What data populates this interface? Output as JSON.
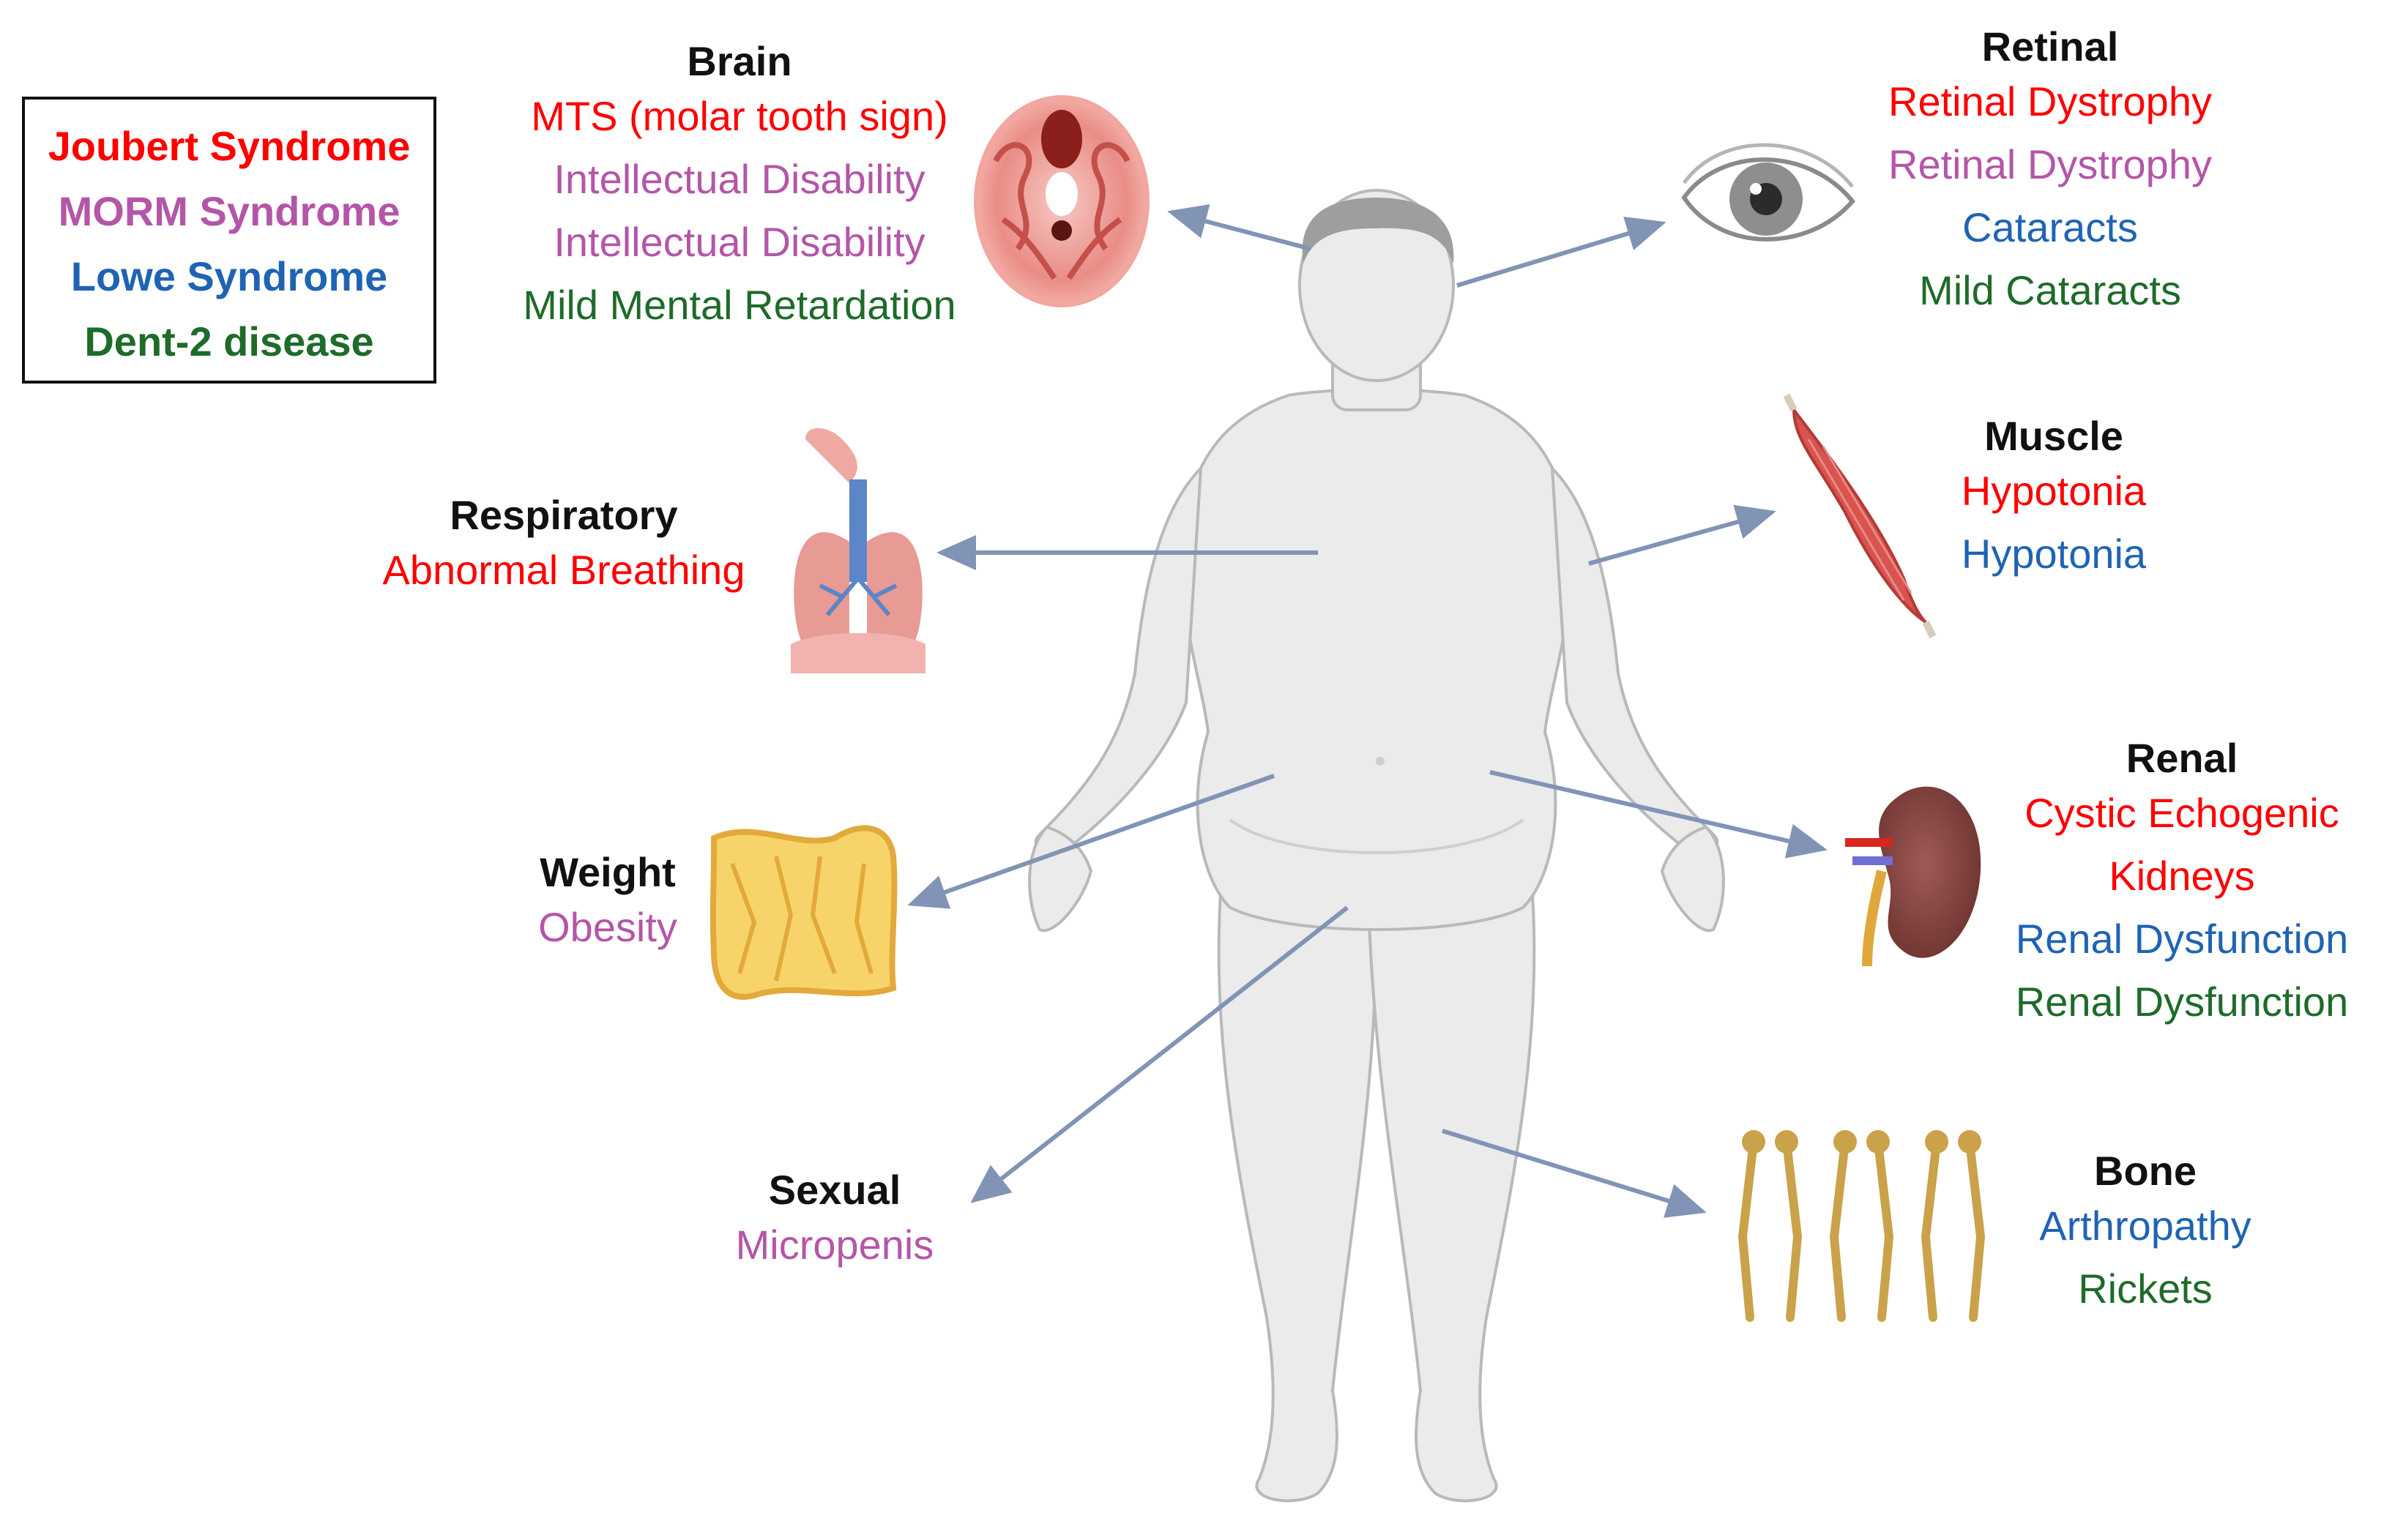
{
  "colors": {
    "joubert": "#ff0000",
    "morm": "#b456a8",
    "lowe": "#1f64b3",
    "dent2": "#1e6b2a",
    "title": "#111111",
    "arrow": "#8194b5",
    "body": "#eaeaea"
  },
  "legend": {
    "items": [
      {
        "label": "Joubert Syndrome",
        "color": "#ff0000"
      },
      {
        "label": "MORM Syndrome",
        "color": "#b456a8"
      },
      {
        "label": "Lowe Syndrome",
        "color": "#1f64b3"
      },
      {
        "label": "Dent-2 disease",
        "color": "#1e6b2a"
      }
    ]
  },
  "systems": {
    "brain": {
      "title": "Brain",
      "lines": [
        {
          "text": "MTS (molar tooth sign)",
          "color": "#ff0000"
        },
        {
          "text": "Intellectual Disability",
          "color": "#b456a8"
        },
        {
          "text": "Intellectual Disability",
          "color": "#b456a8"
        },
        {
          "text": "Mild Mental Retardation",
          "color": "#1e6b2a"
        }
      ]
    },
    "retinal": {
      "title": "Retinal",
      "lines": [
        {
          "text": "Retinal Dystrophy",
          "color": "#ff0000"
        },
        {
          "text": "Retinal Dystrophy",
          "color": "#b456a8"
        },
        {
          "text": "Cataracts",
          "color": "#1f64b3"
        },
        {
          "text": "Mild Cataracts",
          "color": "#1e6b2a"
        }
      ]
    },
    "respiratory": {
      "title": "Respiratory",
      "lines": [
        {
          "text": "Abnormal Breathing",
          "color": "#ff0000"
        }
      ]
    },
    "muscle": {
      "title": "Muscle",
      "lines": [
        {
          "text": "Hypotonia",
          "color": "#ff0000"
        },
        {
          "text": "Hypotonia",
          "color": "#1f64b3"
        }
      ]
    },
    "weight": {
      "title": "Weight",
      "lines": [
        {
          "text": "Obesity",
          "color": "#b456a8"
        }
      ]
    },
    "renal": {
      "title": "Renal",
      "lines": [
        {
          "text": "Cystic Echogenic",
          "color": "#ff0000"
        },
        {
          "text": "Kidneys",
          "color": "#ff0000"
        },
        {
          "text": "Renal Dysfunction",
          "color": "#1f64b3"
        },
        {
          "text": "Renal Dysfunction",
          "color": "#1e6b2a"
        }
      ]
    },
    "sexual": {
      "title": "Sexual",
      "lines": [
        {
          "text": "Micropenis",
          "color": "#b456a8"
        }
      ]
    },
    "bone": {
      "title": "Bone",
      "lines": [
        {
          "text": "Arthropathy",
          "color": "#1f64b3"
        },
        {
          "text": "Rickets",
          "color": "#1e6b2a"
        }
      ]
    }
  },
  "icons": {
    "brain": "brain-scan-icon",
    "eye": "eye-icon",
    "lungs": "lungs-icon",
    "muscle": "muscle-icon",
    "fat": "adipose-tissue-icon",
    "kidney": "kidney-icon",
    "bones": "leg-skeleton-icon",
    "body": "human-body-figure"
  }
}
